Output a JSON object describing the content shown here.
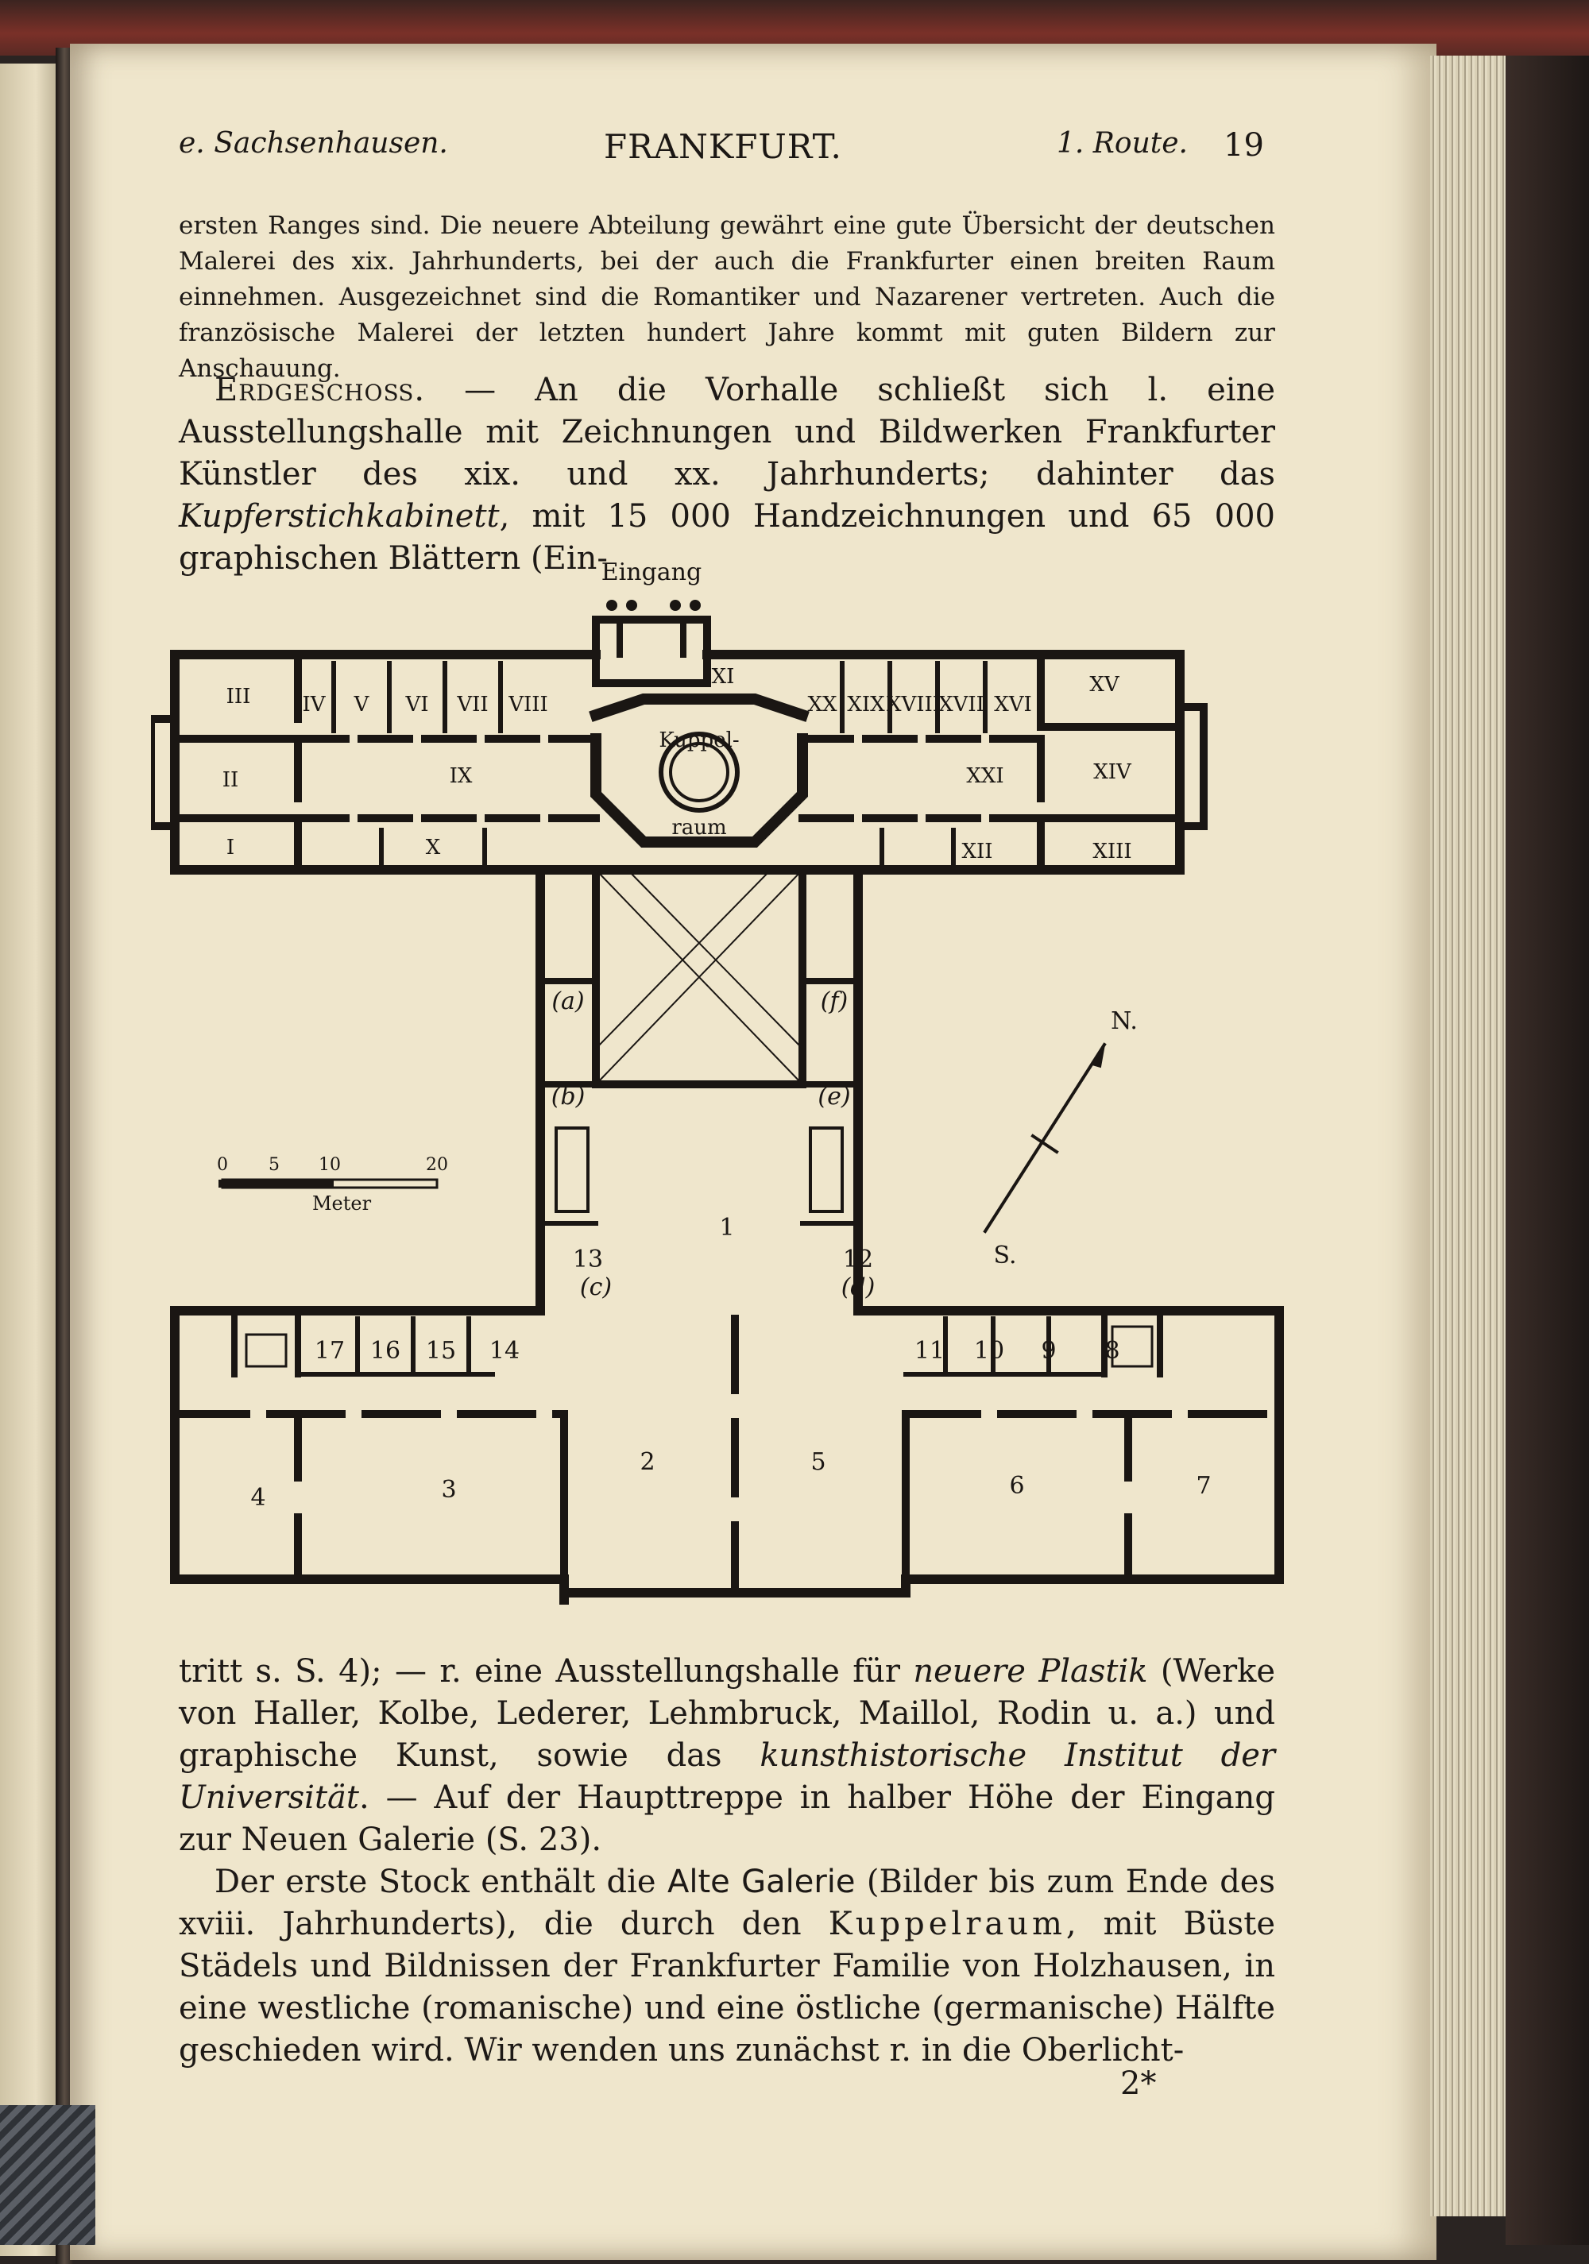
{
  "header": {
    "left": "e. Sachsenhausen.",
    "center": "FRANKFURT.",
    "route": "1. Route.",
    "page_number": "19"
  },
  "top_paragraph": "ersten Ranges sind. Die neuere Abteilung gewährt eine gute Übersicht der deutschen Malerei des xix. Jahrhunderts, bei der auch die Frankfurter einen breiten Raum einnehmen. Ausgezeichnet sind die Romantiker und Nazarener vertreten. Auch die französische Malerei der letzten hundert Jahre kommt mit guten Bildern zur Anschauung.",
  "ground_floor": {
    "label": "Erdgeschoß.",
    "text_a": " — An die Vorhalle schließt sich l. eine Ausstellungshalle mit Zeichnungen und Bildwerken Frankfurter Künstler des xix. und xx. Jahrhunderts; dahinter das ",
    "kupferstich": "Kupferstichkabinett",
    "text_b": ", mit 15 000 Handzeichnungen und 65 000 graphischen Blättern (Ein-"
  },
  "plan": {
    "entrance": "Eingang",
    "upper_rooms": [
      "I",
      "II",
      "III",
      "IV",
      "V",
      "VI",
      "VII",
      "VIII",
      "IX",
      "X",
      "XI",
      "XII",
      "XIII",
      "XIV",
      "XV",
      "XVI",
      "XVII",
      "XVIII",
      "XIX",
      "XX",
      "XXI"
    ],
    "dome_1": "Kuppel-",
    "dome_2": "raum",
    "side_rooms": [
      "(a)",
      "(b)",
      "(c)",
      "(d)",
      "(e)",
      "(f)"
    ],
    "lower_rooms": [
      "1",
      "2",
      "3",
      "4",
      "5",
      "6",
      "7",
      "8",
      "9",
      "10",
      "11",
      "12",
      "13",
      "14",
      "15",
      "16",
      "17"
    ],
    "north": "N.",
    "south": "S.",
    "scale_ticks": [
      "0",
      "5",
      "10",
      "20"
    ],
    "scale_unit": "Meter"
  },
  "continuation": {
    "a": "tritt s. S. 4); — r. eine Ausstellungshalle für ",
    "plastik": "neuere Plastik",
    "b": " (Werke von Haller, Kolbe, Lederer, Lehmbruck, Maillol, Rodin u. a.) und graphische Kunst, sowie das ",
    "institut": "kunsthistorische Institut der Universität",
    "c": ". — Auf der Haupttreppe in halber Höhe der Eingang zur Neuen Galerie (S. 23)."
  },
  "first_floor": {
    "a": "Der erste Stock enthält die ",
    "bold": "Alte Galerie",
    "b": " (Bilder bis zum Ende des xviii. Jahrhunderts), die durch den ",
    "spaced": "Kuppelraum",
    "c": ", mit Büste Städels und Bildnissen der Frankfurter Familie von Holzhausen, in eine westliche (romanische) und eine östliche (germanische) Hälfte geschieden wird. Wir wenden uns zunächst r. in die Oberlicht-"
  },
  "signature": "2*"
}
